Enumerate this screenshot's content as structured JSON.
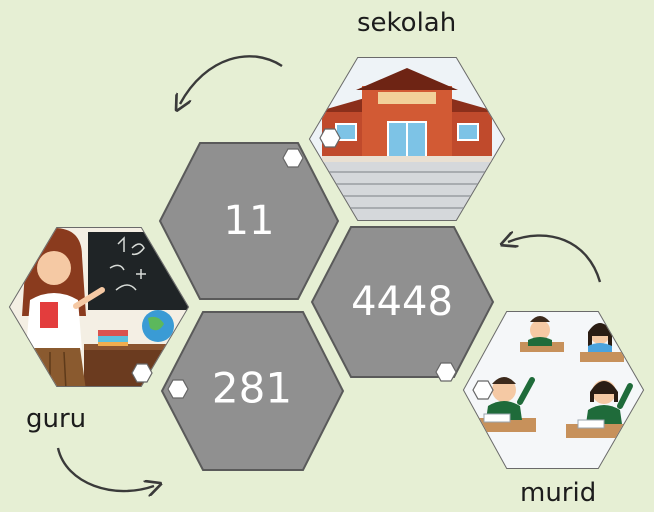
{
  "labels": {
    "school": "sekolah",
    "teacher": "guru",
    "students": "murid"
  },
  "counts": {
    "teachers": "11",
    "students": "4448",
    "classes": "281"
  },
  "icons": [
    "school-building-icon",
    "teacher-icon",
    "students-classroom-icon",
    "curved-arrow-icon"
  ],
  "colors": {
    "background": "#e6efd4",
    "hex_fill": "#909090",
    "hex_stroke": "#5a5a5a",
    "arrow": "#3a3a3a"
  }
}
